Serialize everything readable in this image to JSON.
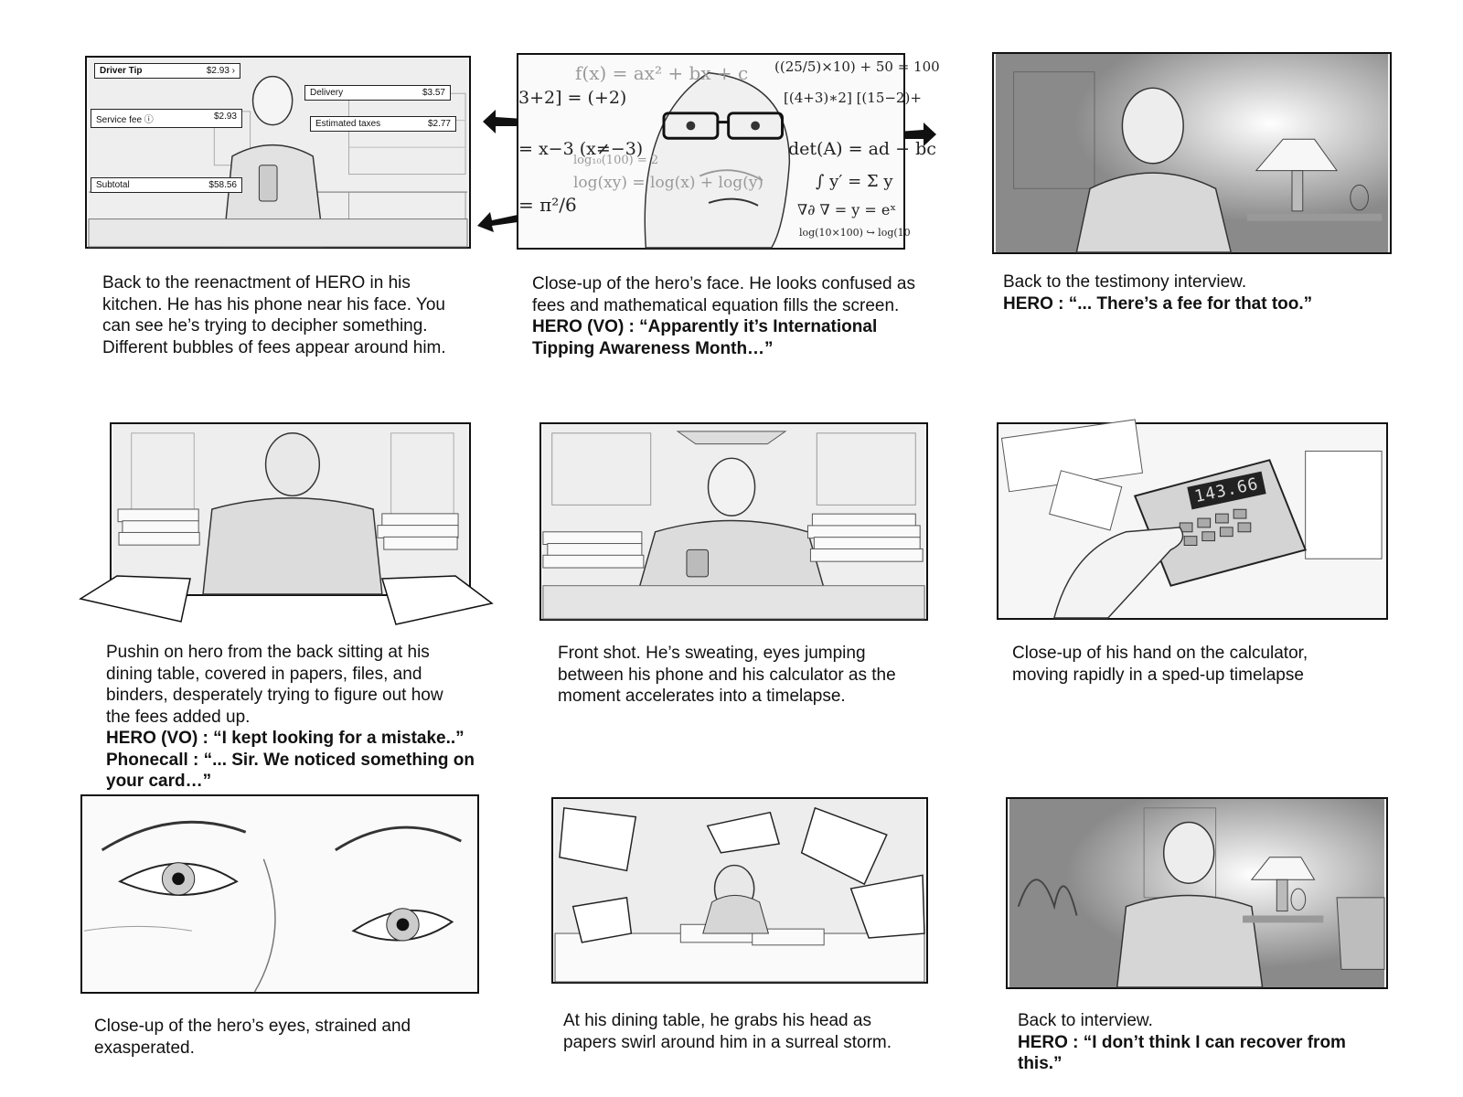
{
  "panels": [
    {
      "id": "p1",
      "fees": {
        "driver_tip": {
          "label": "Driver Tip",
          "value": "$2.93 ›"
        },
        "delivery": {
          "label": "Delivery",
          "value": "$3.57"
        },
        "service_fee": {
          "label": "Service fee ⓘ",
          "value": "$2.93"
        },
        "estimated_taxes": {
          "label": "Estimated taxes",
          "value": "$2.77"
        },
        "subtotal": {
          "label": "Subtotal",
          "value": "$58.56"
        }
      },
      "caption": [
        "Back to the reenactment of HERO in his kitchen. He has his phone near his face. You can see he’s trying to decipher something. Different bubbles of fees appear around him."
      ],
      "dialogue": []
    },
    {
      "id": "p2",
      "equations": {
        "e1": "f(x) = ax² + bx + c",
        "e2": "((25/5)×10) + 50 = 100",
        "e3": "3+2] = (+2)",
        "e4": "= x−3  (x≠−3)",
        "e5": "[(4+3)∗2] [(15−2)+",
        "e6": "det(A) = ad − bc",
        "e7": "= π²/6",
        "e8": "∫ y′ = Σ y",
        "e9": "∇∂ ∇ = y = eˣ",
        "e10": "log(10×100) ↪ log(10",
        "e11": "log(xy) = log(x) + log(y)",
        "e12": "log₁₀(100) = 2"
      },
      "caption": [
        "Close-up of the hero’s face. He looks confused as fees and mathematical equation fills the screen."
      ],
      "dialogue": [
        "HERO (VO) : “Apparently it’s International Tipping Awareness Month…”"
      ]
    },
    {
      "id": "p3",
      "caption": [
        "Back to the testimony interview."
      ],
      "dialogue": [
        "HERO : “... There’s a fee for that too.”"
      ]
    },
    {
      "id": "p4",
      "caption": [
        "Pushin on hero from the back sitting at his dining table, covered in papers, files, and binders, desperately trying to figure out how the fees added up."
      ],
      "dialogue": [
        "HERO (VO) : “I kept looking for a mistake..”",
        "Phonecall : “... Sir. We noticed something on your card…”"
      ]
    },
    {
      "id": "p5",
      "caption": [
        "Front shot. He’s sweating, eyes jumping between his phone and his calculator as the moment accelerates into a timelapse."
      ],
      "dialogue": []
    },
    {
      "id": "p6",
      "calculator_display": "143.66",
      "caption": [
        "Close-up of his hand on the calculator, moving rapidly in a sped-up timelapse"
      ],
      "dialogue": []
    },
    {
      "id": "p7",
      "caption": [
        "Close-up of the hero’s eyes, strained and exasperated."
      ],
      "dialogue": []
    },
    {
      "id": "p8",
      "caption": [
        "At his dining table, he grabs his head as papers swirl around him in a surreal storm."
      ],
      "dialogue": []
    },
    {
      "id": "p9",
      "caption": [
        "Back to interview."
      ],
      "dialogue": [
        "HERO : “I don’t think I can recover from this.”"
      ]
    }
  ]
}
